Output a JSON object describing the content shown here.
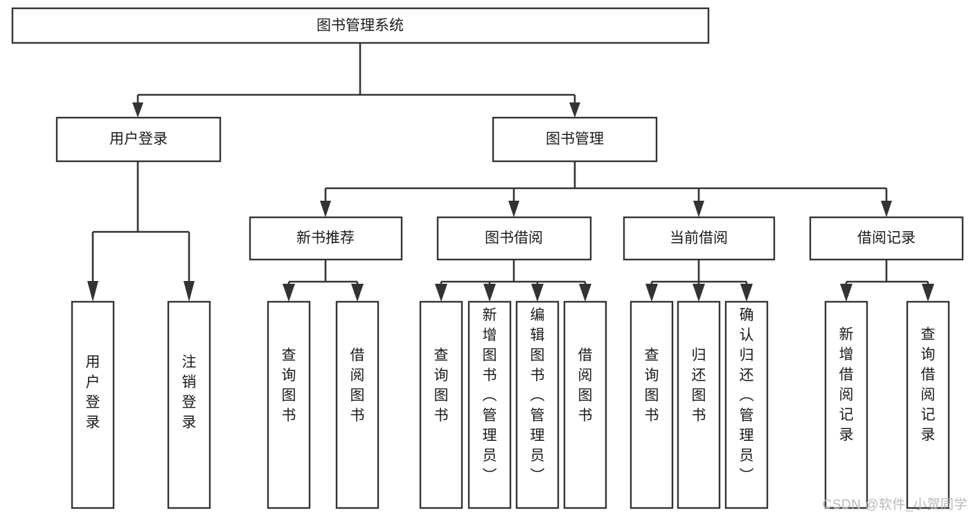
{
  "diagram": {
    "title": "图书管理系统",
    "type": "tree-hierarchy-chart",
    "colors": {
      "box_stroke": "#333333",
      "box_fill": "#ffffff",
      "connector": "#333333",
      "label": "#1a1a1a",
      "watermark": "#b8b8b8",
      "background": "#ffffff"
    },
    "root": {
      "label": "图书管理系统"
    },
    "level2": [
      {
        "label": "用户登录"
      },
      {
        "label": "图书管理"
      }
    ],
    "level3": [
      {
        "label": "新书推荐"
      },
      {
        "label": "图书借阅"
      },
      {
        "label": "当前借阅"
      },
      {
        "label": "借阅记录"
      }
    ],
    "leaves": {
      "user_login": [
        {
          "label": "用户登录"
        },
        {
          "label": "注销登录"
        }
      ],
      "new_book_recommend": [
        {
          "label": "查询图书"
        },
        {
          "label": "借阅图书"
        }
      ],
      "book_borrow": [
        {
          "label": "查询图书"
        },
        {
          "label": "新增图书（管理员）"
        },
        {
          "label": "编辑图书（管理员）"
        },
        {
          "label": "借阅图书"
        }
      ],
      "current_borrow": [
        {
          "label": "查询图书"
        },
        {
          "label": "归还图书"
        },
        {
          "label": "确认归还（管理员）"
        }
      ],
      "borrow_record": [
        {
          "label": "新增借阅记录"
        },
        {
          "label": "查询借阅记录"
        }
      ]
    }
  },
  "watermark": {
    "text": "CSDN @软件_小贺同学"
  }
}
